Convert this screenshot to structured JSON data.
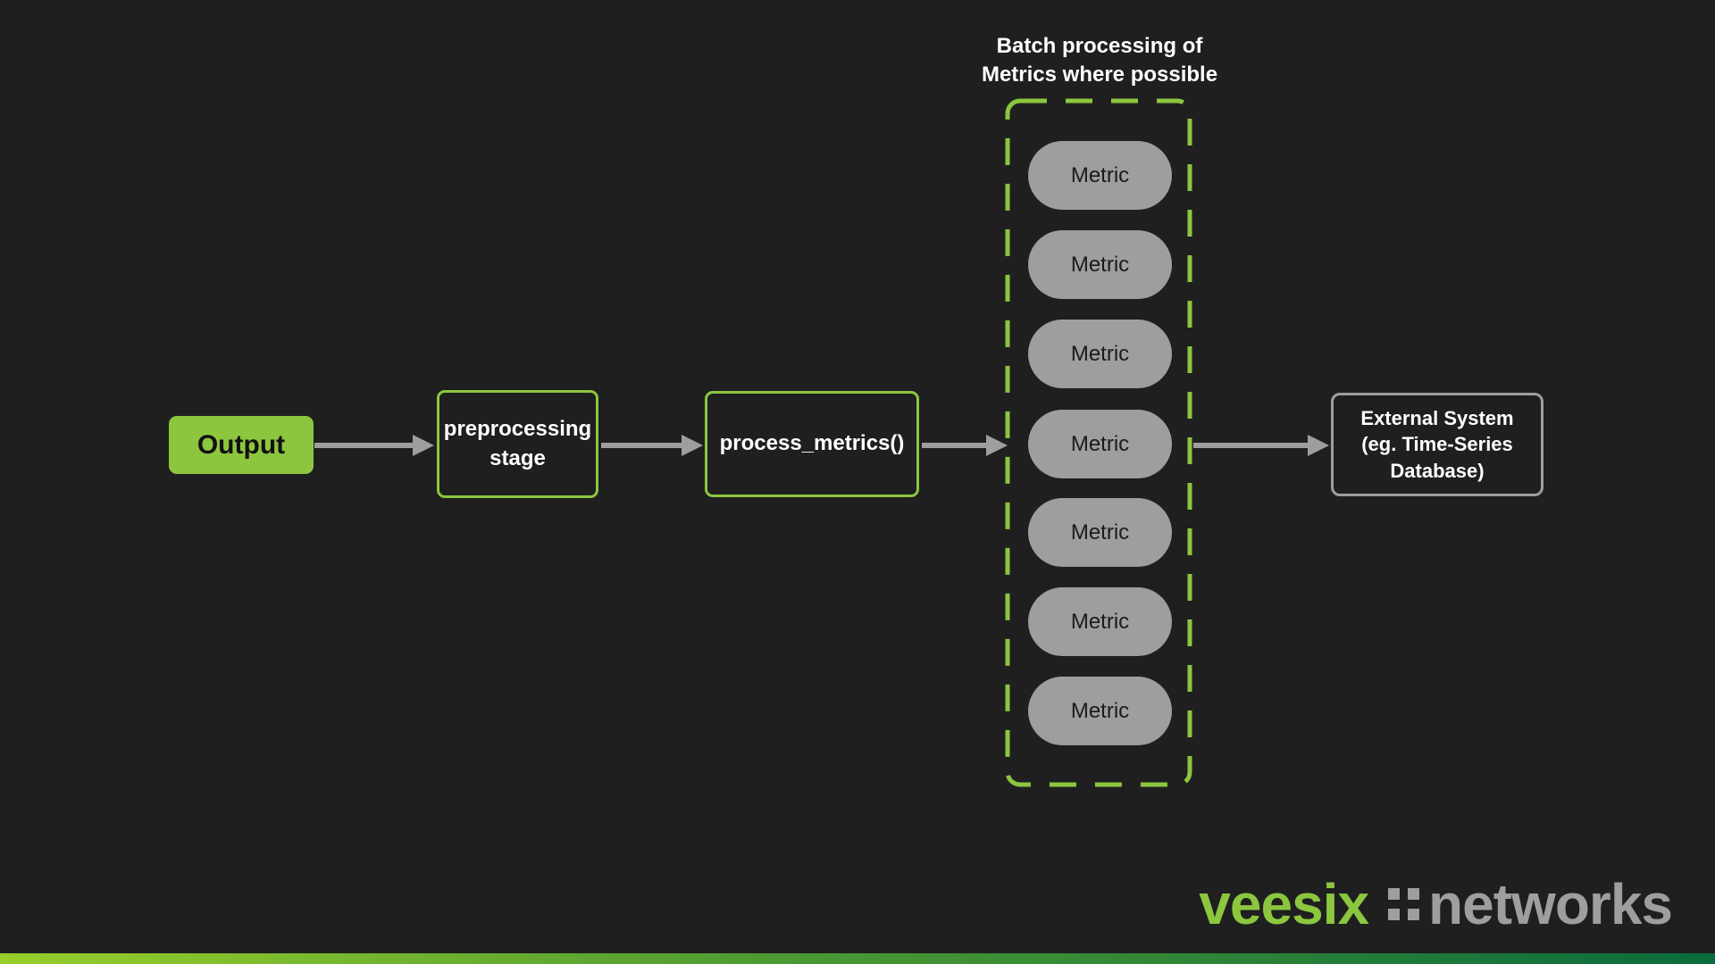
{
  "diagram": {
    "nodes": {
      "output": {
        "label": "Output"
      },
      "preprocessing": {
        "lines": [
          "preprocessing",
          "stage"
        ]
      },
      "process_metrics": {
        "label": "process_metrics()"
      },
      "external_system": {
        "lines": [
          "External System",
          "(eg. Time-Series",
          "Database)"
        ]
      }
    },
    "batch_group": {
      "title_lines": [
        "Batch processing of",
        "Metrics where possible"
      ],
      "metrics": [
        "Metric",
        "Metric",
        "Metric",
        "Metric",
        "Metric",
        "Metric",
        "Metric"
      ]
    }
  },
  "footer": {
    "logo": {
      "brand": "veesix",
      "separator": "::",
      "name": "networks"
    }
  },
  "colors": {
    "background": "#1f1f20",
    "accent_green": "#8cc63e",
    "neutral_gray": "#9e9e9e",
    "text_white": "#ffffff",
    "bar_gradient_start": "#97ce2b",
    "bar_gradient_end": "#0a6b3c"
  }
}
